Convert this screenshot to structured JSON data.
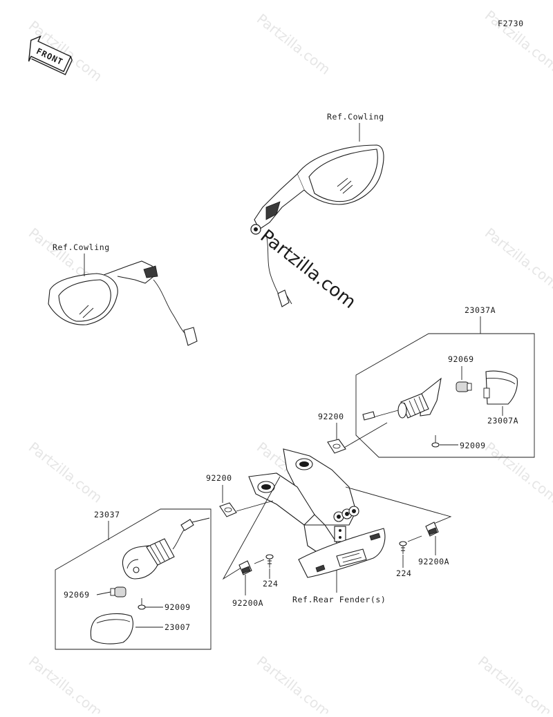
{
  "diagram": {
    "code": "F2730",
    "front_badge": "FRONT",
    "watermark": "Partzilla.com",
    "labels": {
      "ref_cowling_right": "Ref.Cowling",
      "ref_cowling_left": "Ref.Cowling",
      "ref_rear_fender": "Ref.Rear Fender(s)",
      "p23037A": "23037A",
      "p92069_r": "92069",
      "p23007A": "23007A",
      "p92200_r": "92200",
      "p92009_r": "92009",
      "p92200_l": "92200",
      "p23037": "23037",
      "p92069_l": "92069",
      "p92009_l": "92009",
      "p23007": "23007",
      "p224_l": "224",
      "p92200A_l": "92200A",
      "p224_r": "224",
      "p92200A_r": "92200A"
    }
  }
}
